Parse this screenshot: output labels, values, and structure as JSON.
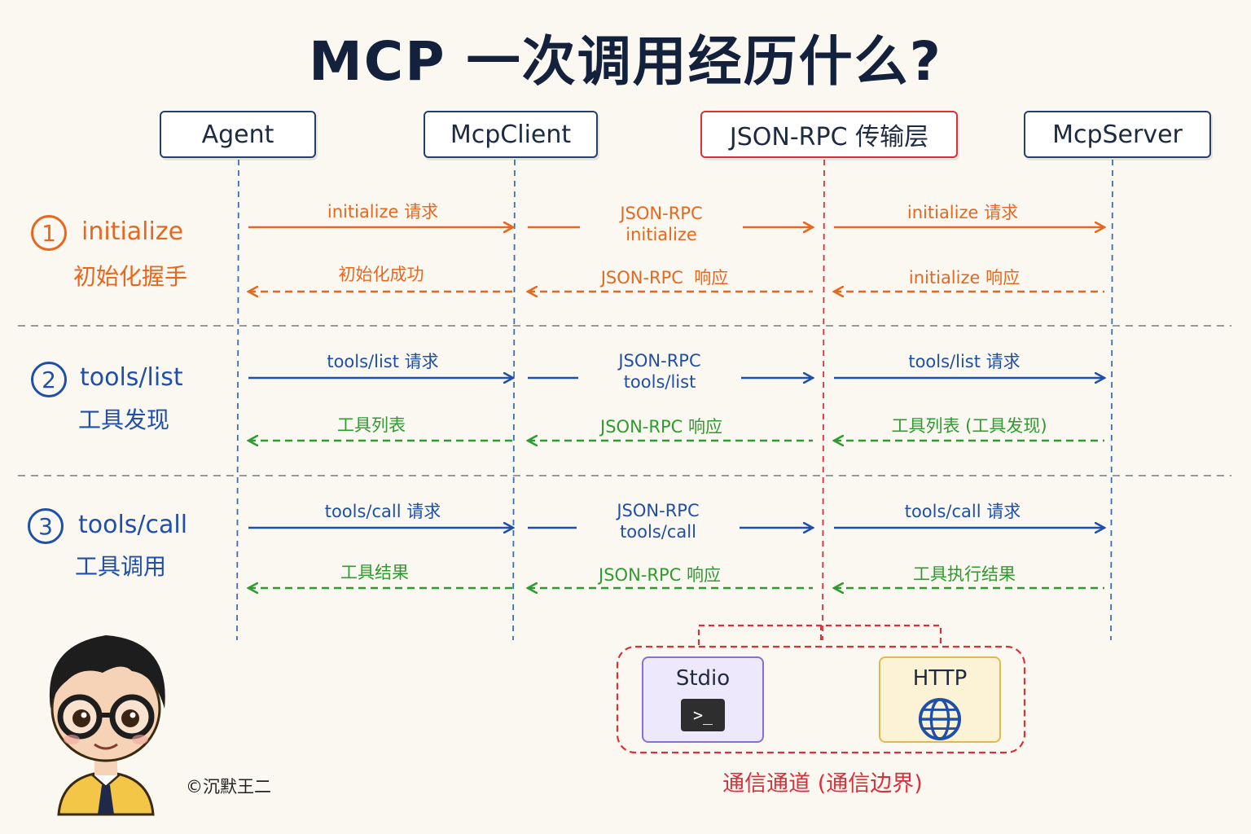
{
  "title": "MCP 一次调用经历什么?",
  "actors": [
    "Agent",
    "McpClient",
    "JSON-RPC 传输层",
    "McpServer"
  ],
  "phases": [
    {
      "number": "1",
      "name": "initialize",
      "subtitle": "初始化握手",
      "request": [
        "initialize 请求",
        "JSON-RPC\ninitialize",
        "initialize 请求"
      ],
      "response": [
        "初始化成功",
        "JSON-RPC  响应",
        "initialize 响应"
      ]
    },
    {
      "number": "2",
      "name": "tools/list",
      "subtitle": "工具发现",
      "request": [
        "tools/list 请求",
        "JSON-RPC\ntools/list",
        "tools/list 请求"
      ],
      "response": [
        "工具列表",
        "JSON-RPC 响应",
        "工具列表 (工具发现)"
      ]
    },
    {
      "number": "3",
      "name": "tools/call",
      "subtitle": "工具调用",
      "request": [
        "tools/call 请求",
        "JSON-RPC\ntools/call",
        "tools/call 请求"
      ],
      "response": [
        "工具结果",
        "JSON-RPC 响应",
        "工具执行结果"
      ]
    }
  ],
  "channel": {
    "stdio_label": "Stdio",
    "stdio_icon": "terminal-icon",
    "stdio_glyph": ">_",
    "http_label": "HTTP",
    "http_icon": "globe-icon",
    "caption": "通信通道 (通信边界)"
  },
  "copyright": "©沉默王二",
  "colors": {
    "actor_border": "#23406b",
    "transport_border": "#d9303a",
    "initialize": "#e8671e",
    "request": "#1f4fa8",
    "response": "#2f9a2f",
    "channel": "#d9303a",
    "stdio_bg": "#ede8fb",
    "stdio_border": "#8670d6",
    "http_bg": "#fcf2d6",
    "http_border": "#e2b94b"
  }
}
